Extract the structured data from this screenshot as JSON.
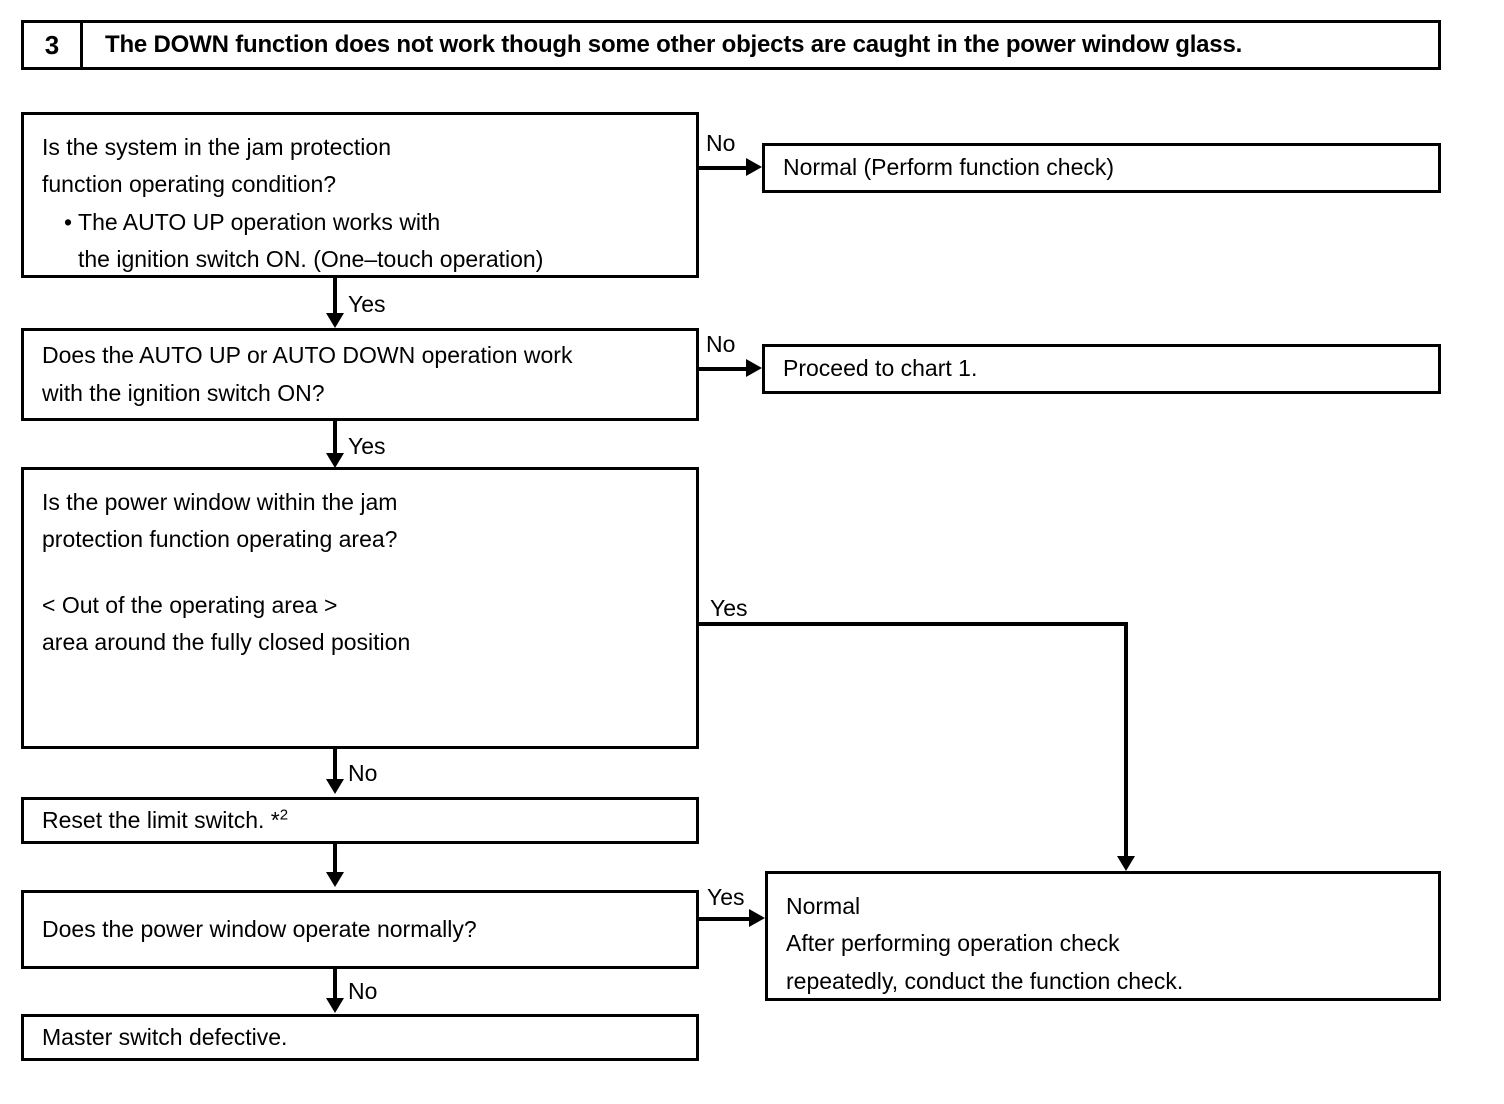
{
  "header": {
    "number": "3",
    "title": "The DOWN function does not work though some other objects are caught in the power window glass."
  },
  "nodes": {
    "q1": {
      "line1": "Is the system in the jam protection",
      "line2": "function operating condition?",
      "line3": "• The AUTO UP operation works with",
      "line4": "the ignition switch ON. (One–touch operation)"
    },
    "q2": {
      "line1": "Does the AUTO UP or AUTO DOWN operation work",
      "line2": "with the ignition switch ON?"
    },
    "q3": {
      "line1": "Is the power window within the jam",
      "line2": "protection function operating area?",
      "line3": "< Out of the operating area >",
      "line4": "area around the fully closed position"
    },
    "reset": {
      "text": "Reset the limit switch. *",
      "footnote": "2"
    },
    "q4": {
      "text": "Does the power window operate normally?"
    },
    "master": {
      "text": "Master switch defective."
    },
    "normal1": {
      "text": "Normal (Perform function check)"
    },
    "chart1": {
      "text": "Proceed to chart 1."
    },
    "normal2": {
      "line1": "Normal",
      "line2": "After performing operation check",
      "line3": "repeatedly, conduct the function check."
    }
  },
  "edges": {
    "q1_no": "No",
    "q1_yes": "Yes",
    "q2_no": "No",
    "q2_yes": "Yes",
    "q3_yes": "Yes",
    "q3_no": "No",
    "q4_yes": "Yes",
    "q4_no": "No"
  },
  "colors": {
    "ink": "#000000",
    "paper": "#ffffff"
  }
}
